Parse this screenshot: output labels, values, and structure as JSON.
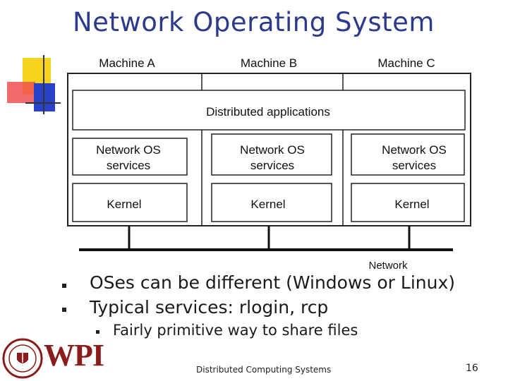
{
  "slide": {
    "title": "Network Operating System"
  },
  "diagram": {
    "machines": [
      "Machine A",
      "Machine B",
      "Machine C"
    ],
    "distributed_label": "Distributed applications",
    "os_services_line1": "Network OS",
    "os_services_line2": "services",
    "kernel_label": "Kernel",
    "network_label": "Network"
  },
  "bullets": [
    "OSes can be different (Windows or Linux)",
    "Typical services: rlogin, rcp"
  ],
  "sub_bullets": [
    "Fairly primitive way to share files"
  ],
  "footer": {
    "logo_text": "WPI",
    "course": "Distributed Computing Systems",
    "page": "16"
  }
}
